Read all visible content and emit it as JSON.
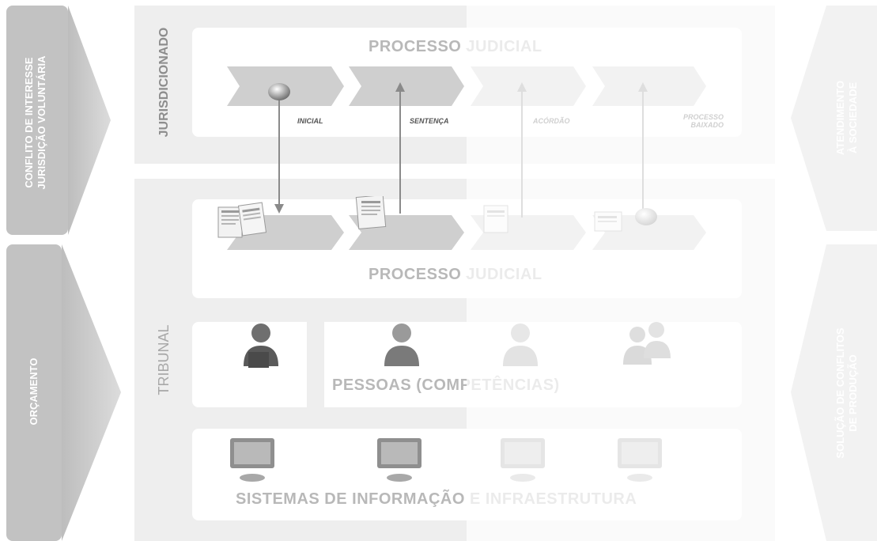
{
  "left_tabs": {
    "conflict_line1": "CONFLITO DE INTERESSE",
    "conflict_line2": "JURISDIÇÃO VOLUNTÁRIA",
    "budget": "ORÇAMENTO"
  },
  "right_tabs": {
    "top_line1": "ATENDIMENTO",
    "top_line2": "À SOCIEDADE",
    "bottom_line1": "SOLUÇÃO DE CONFLITOS",
    "bottom_line2": "DE PRODUÇÃO"
  },
  "sections": {
    "jurisdicionado": "JURISDICIONADO",
    "tribunal": "TRIBUNAL"
  },
  "top_process": {
    "title": "PROCESSO JUDICIAL",
    "labels": [
      "INICIAL",
      "SENTENÇA",
      "ACÓRDÃO",
      "PROCESSO BAIXADO"
    ]
  },
  "bottom_process": {
    "title": "PROCESSO JUDICIAL"
  },
  "people": {
    "title": "PESSOAS (COMPETÊNCIAS)"
  },
  "systems": {
    "title": "SISTEMAS DE INFORMAÇÃO E INFRAESTRUTURA"
  },
  "colors": {
    "tab_gray": "#c4c4c4",
    "band_gray": "#eeeeee",
    "panel_white": "#ffffff",
    "chevron_gray": "#cfcfcf",
    "arrow_gray": "#8a8a8a"
  }
}
